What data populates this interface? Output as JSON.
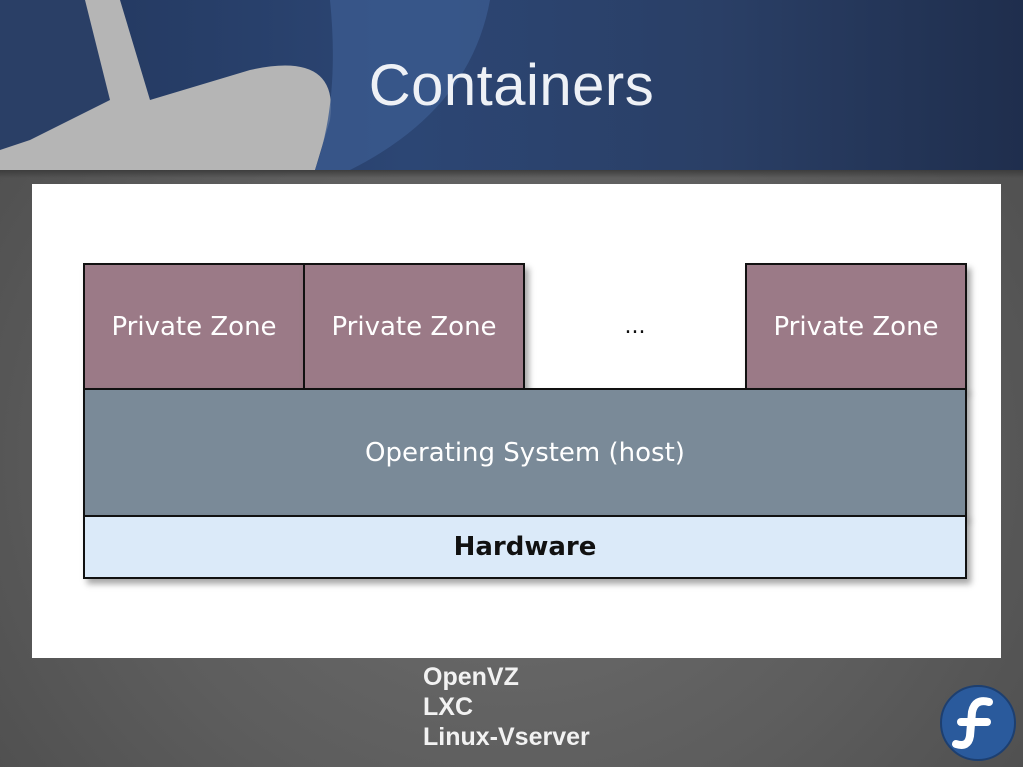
{
  "slide": {
    "title": "Containers"
  },
  "diagram": {
    "zones": [
      "Private Zone",
      "Private Zone",
      "Private Zone"
    ],
    "ellipsis": "...",
    "os_label": "Operating System (host)",
    "hardware_label": "Hardware",
    "colors": {
      "zone": "#9b7a87",
      "os": "#7a8a98",
      "hardware": "#dbeaf9"
    }
  },
  "items": [
    "OpenVZ",
    "LXC",
    "Linux-Vserver"
  ],
  "logo": {
    "icon": "fedora-logo-icon"
  }
}
